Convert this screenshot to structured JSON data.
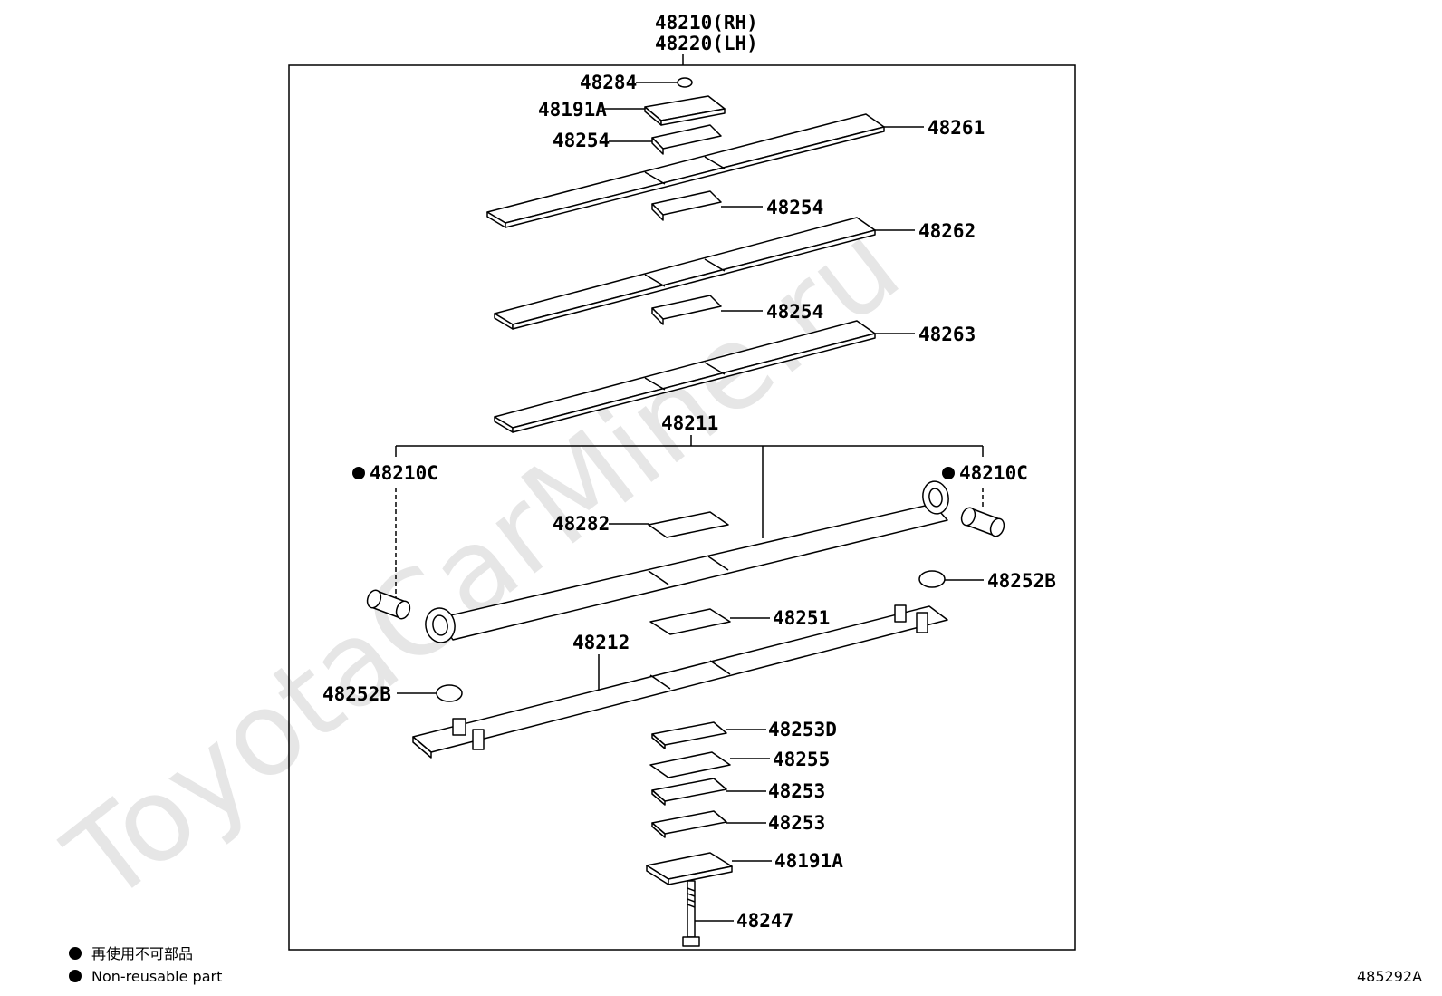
{
  "watermark": "ToyotaCarMine.ru",
  "diagram_code": "485292A",
  "legend": {
    "ja": "再使用不可部品",
    "en": "Non-reusable part"
  },
  "assembly": {
    "rh": "48210(RH)",
    "lh": "48220(LH)"
  },
  "labels": {
    "p48284": "48284",
    "p48191A_top": "48191A",
    "p48254_1": "48254",
    "p48261": "48261",
    "p48254_2": "48254",
    "p48262": "48262",
    "p48254_3": "48254",
    "p48263": "48263",
    "p48211": "48211",
    "p48210C_left": "48210C",
    "p48210C_right": "48210C",
    "p48282": "48282",
    "p48252B_right": "48252B",
    "p48251": "48251",
    "p48212": "48212",
    "p48252B_left": "48252B",
    "p48253D": "48253D",
    "p48255": "48255",
    "p48253_1": "48253",
    "p48253_2": "48253",
    "p48191A_bottom": "48191A",
    "p48247": "48247"
  }
}
